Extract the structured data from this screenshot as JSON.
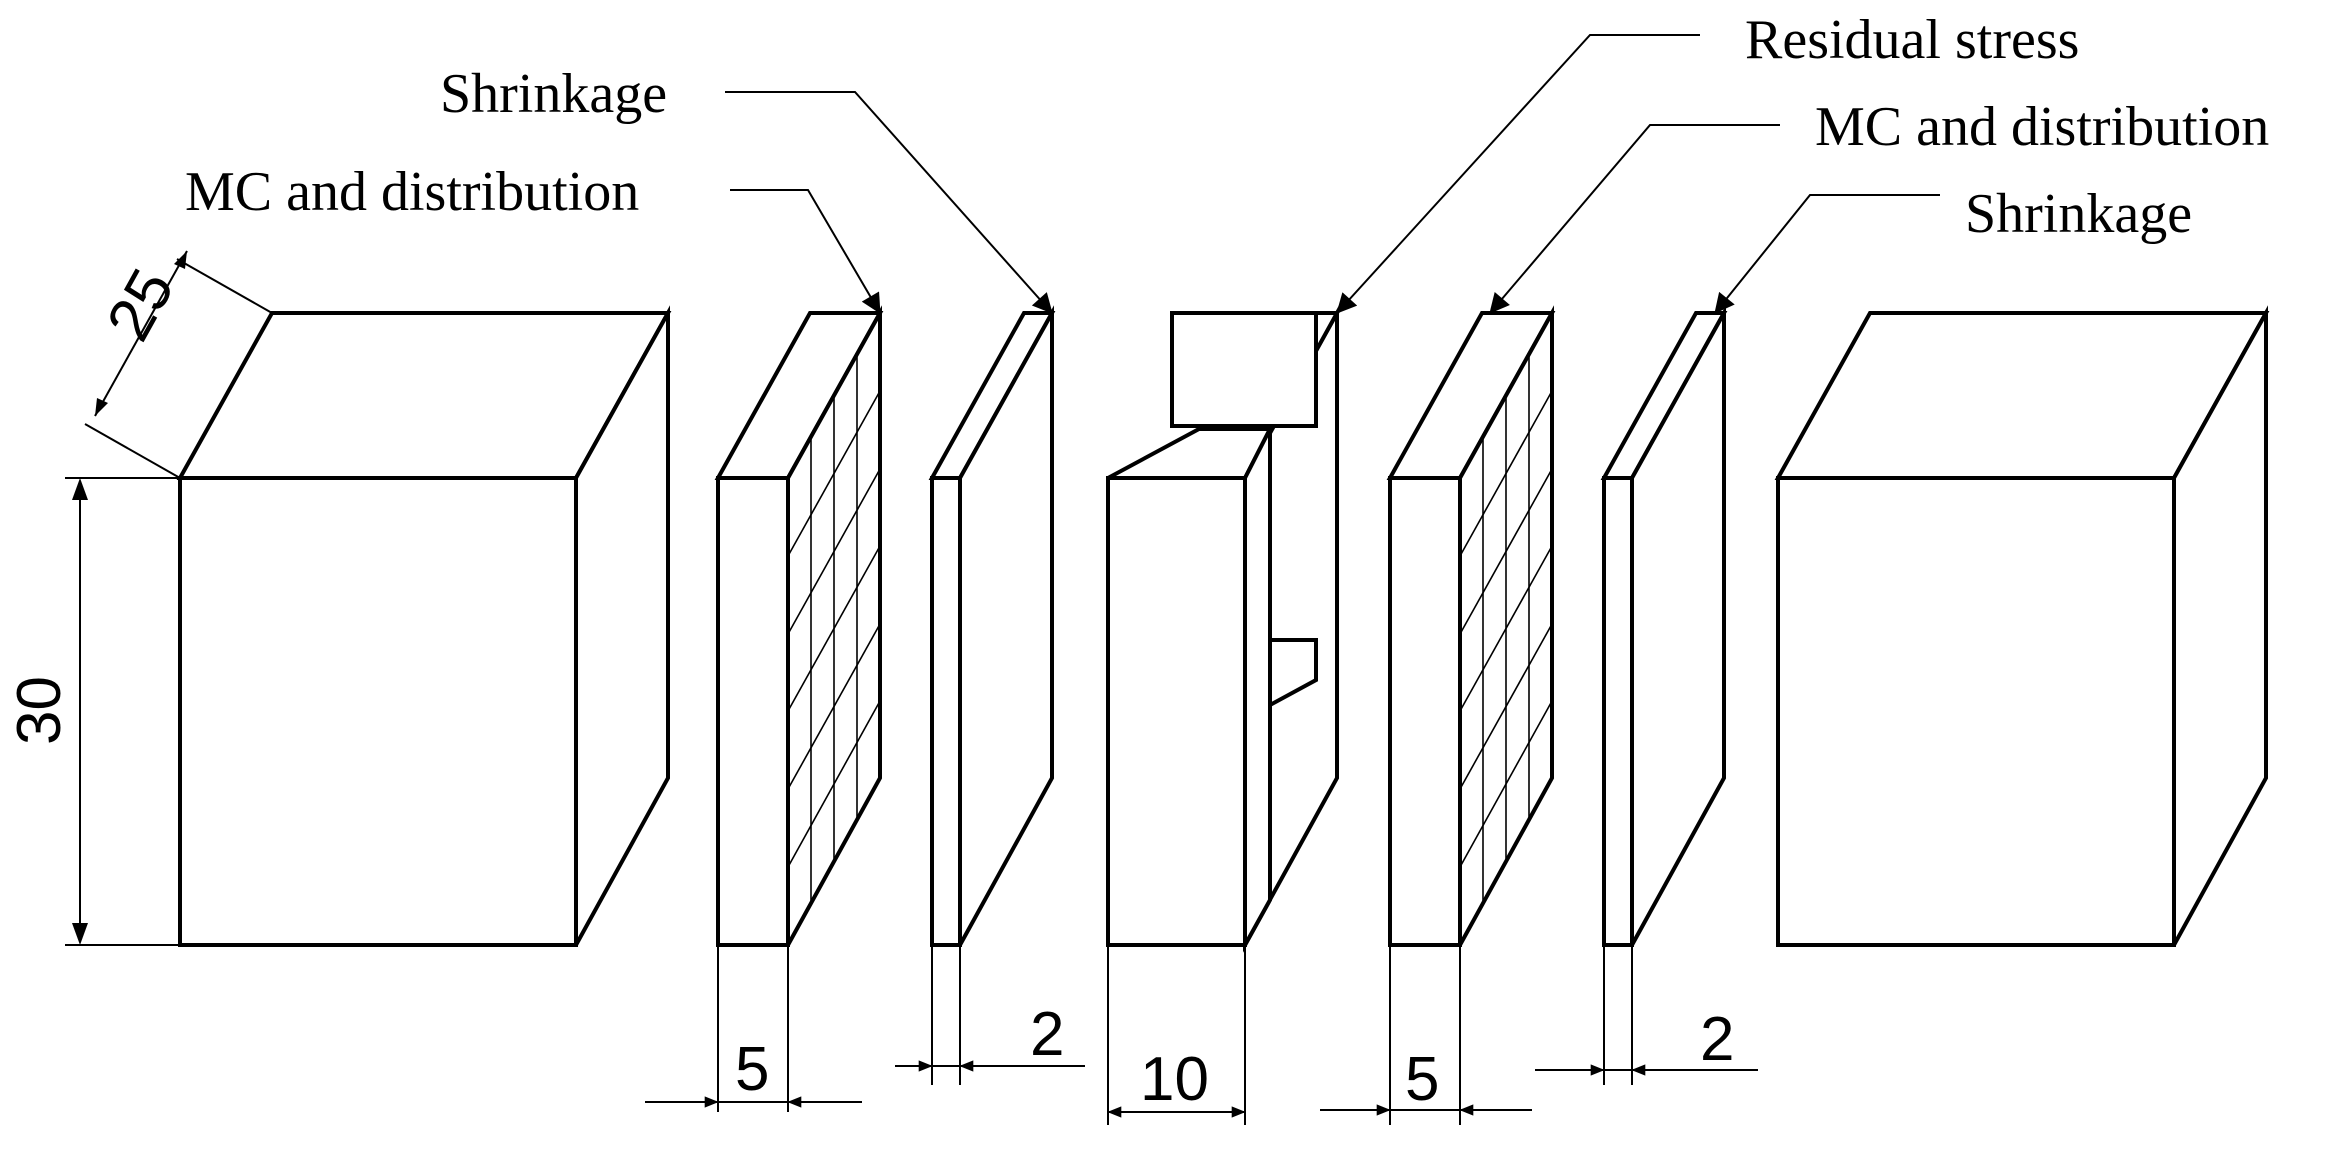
{
  "labels": {
    "shrinkage_left": "Shrinkage",
    "mc_left": "MC and distribution",
    "residual_stress": "Residual stress",
    "mc_right": "MC and distribution",
    "shrinkage_right": "Shrinkage"
  },
  "dimensions": {
    "depth": "25",
    "height": "30",
    "mc_slice_left": "5",
    "shrink_slice_left": "2",
    "stress_slice": "10",
    "mc_slice_right": "5",
    "shrink_slice_right": "2"
  }
}
